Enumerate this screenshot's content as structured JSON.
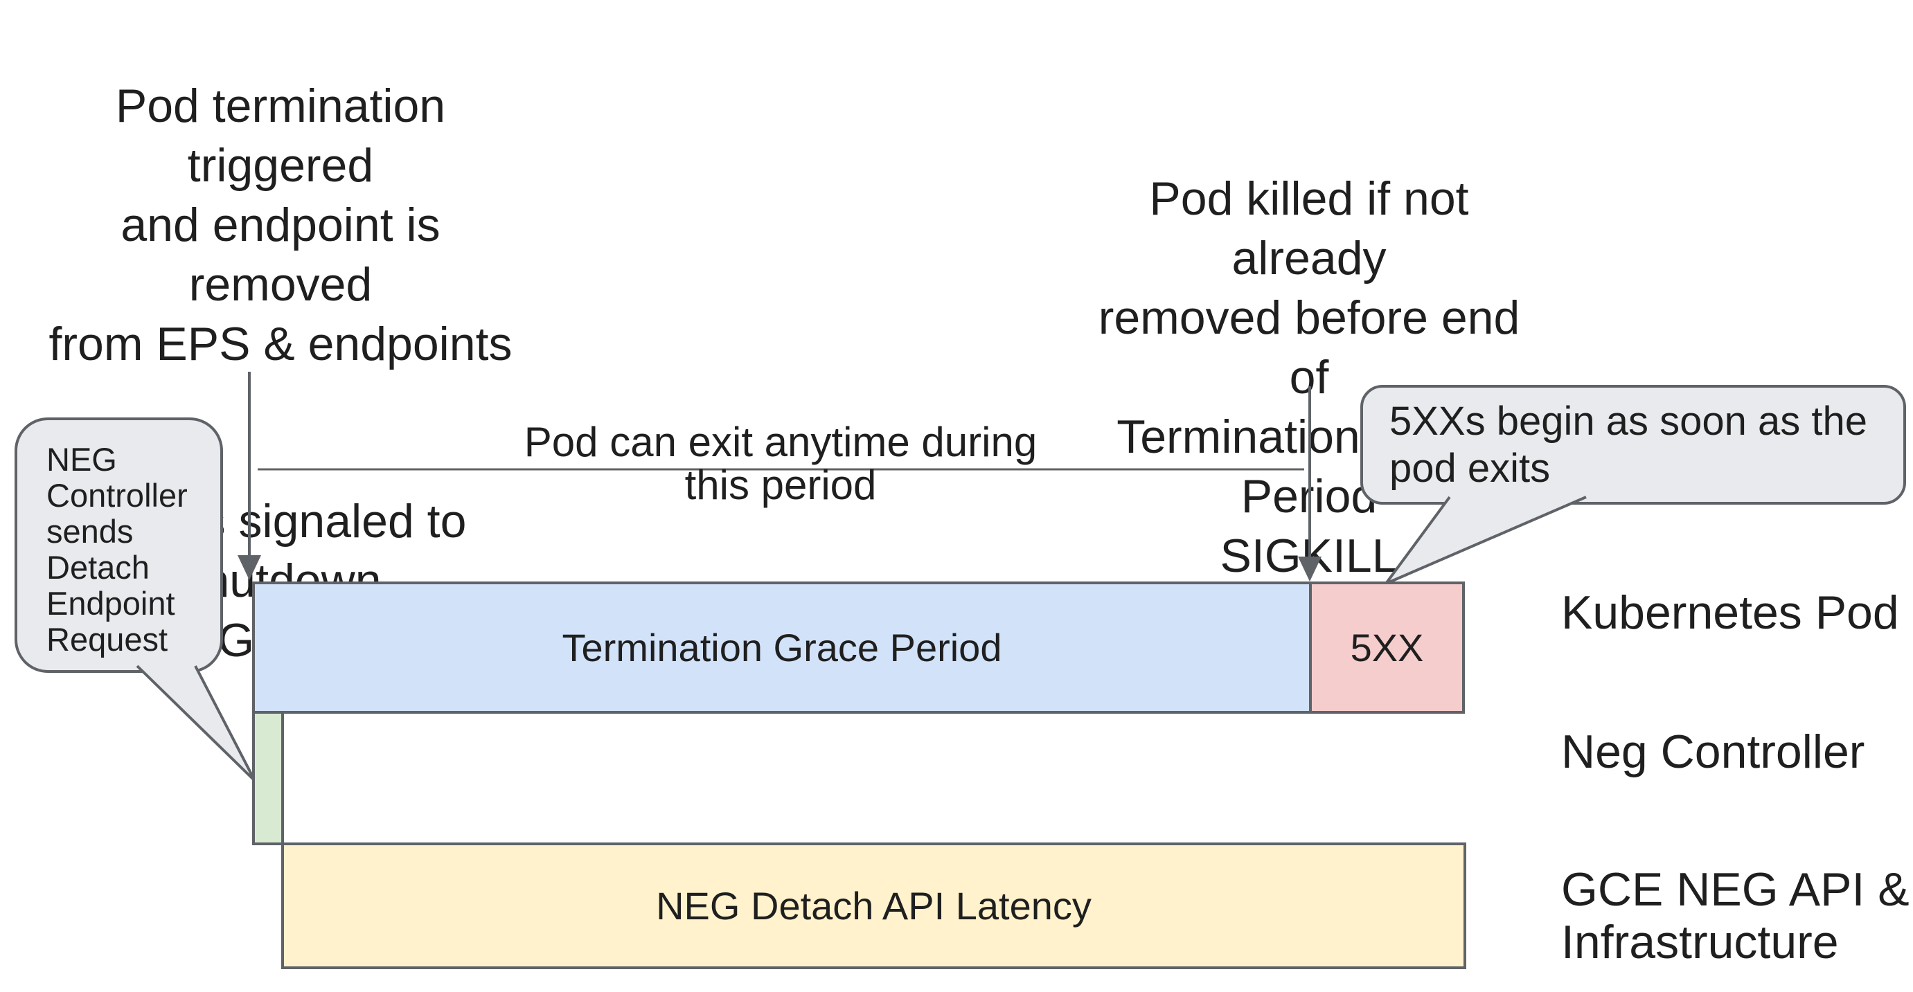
{
  "annotations": {
    "pod_termination": "Pod termination triggered\nand endpoint is removed\nfrom EPS & endpoints",
    "pod_signaled": "Pod is signaled to shutdown\nSIGTERM",
    "pod_killed": "Pod killed if not already\nremoved before end of\nTermination Grace Period\nSIGKILL"
  },
  "callouts": {
    "neg_controller": "NEG\nController\nsends\nDetach\nEndpoint\nRequest",
    "five_xx_begin": "5XXs begin as soon as the\npod exits"
  },
  "timeline": {
    "exit_period_label": "Pod can exit anytime during this period",
    "bars": {
      "termination_grace": {
        "label": "Termination Grace Period"
      },
      "five_xx": {
        "label": "5XX"
      },
      "neg_detach_latency": {
        "label": "NEG Detach API Latency"
      }
    }
  },
  "lanes": [
    "Kubernetes Pod",
    "Neg Controller",
    "GCE NEG API &\nInfrastructure"
  ],
  "colors": {
    "grace_period_blue": "#d2e2f9",
    "five_xx_pink": "#f6cdcd",
    "detach_request_green": "#d9ead3",
    "api_latency_yellow": "#fff2cc",
    "callout_gray": "#e8eaed",
    "stroke_gray": "#5f6368"
  }
}
